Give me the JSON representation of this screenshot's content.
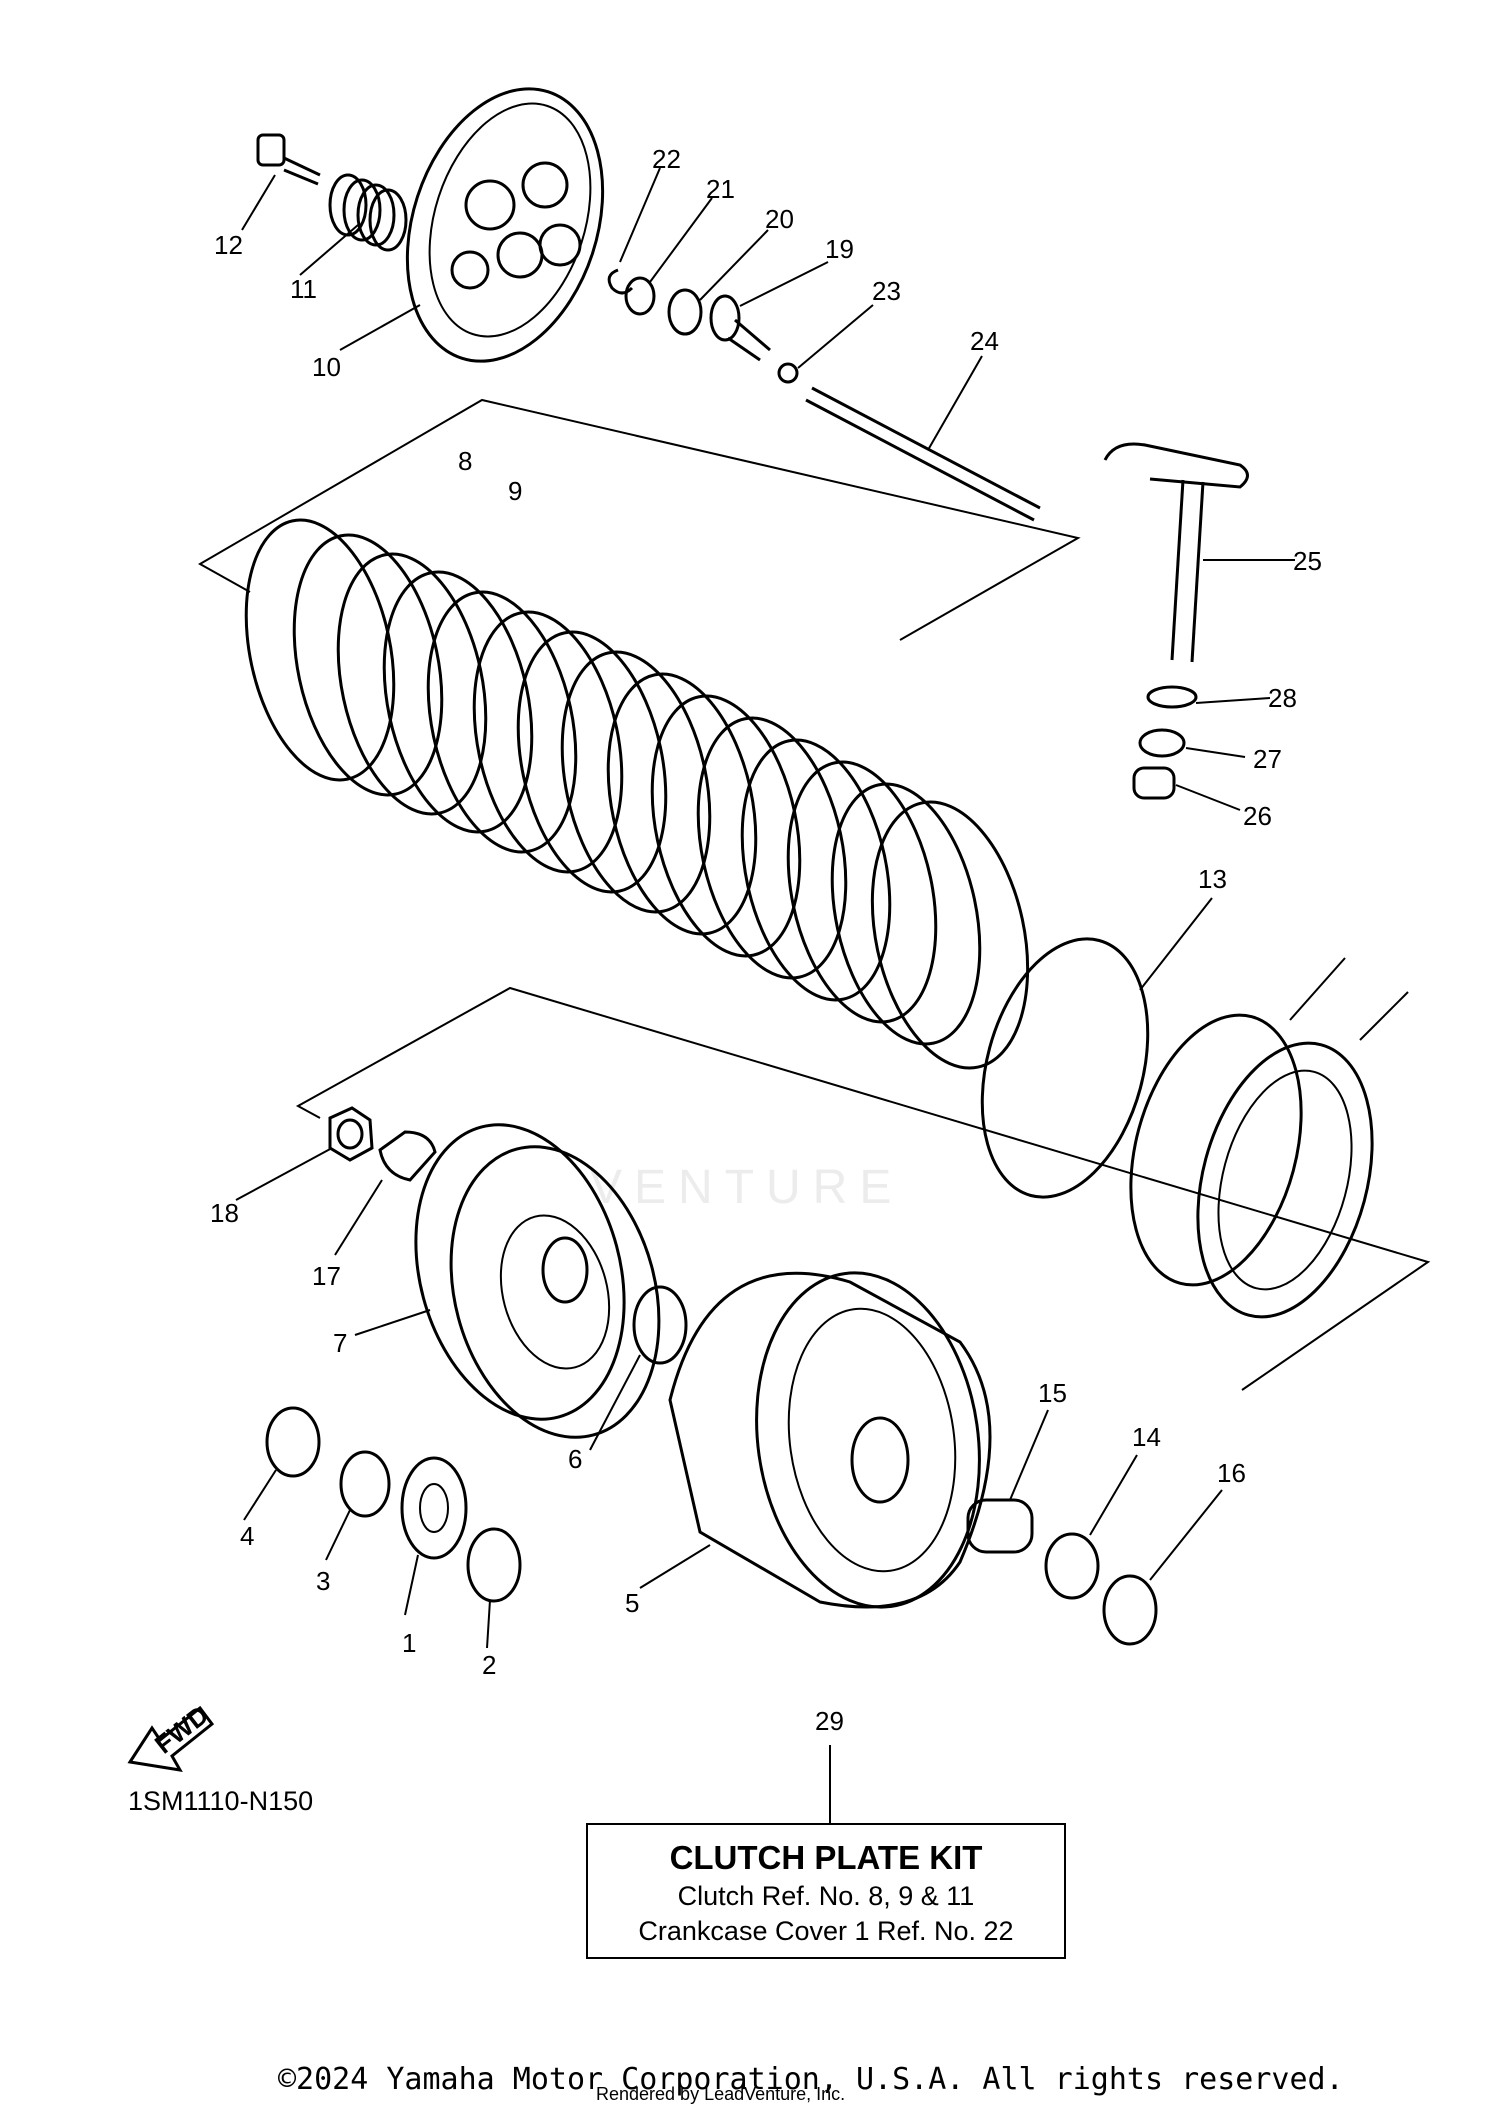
{
  "diagram_code": "1SM1110-N150",
  "kit": {
    "ref_number": "29",
    "title": "CLUTCH PLATE KIT",
    "line1": "Clutch Ref. No. 8, 9 & 11",
    "line2": "Crankcase Cover 1 Ref. No. 22"
  },
  "fwd_label": "FWD",
  "copyright": "©2024 Yamaha Motor Corporation, U.S.A. All rights reserved.",
  "rendered_by": "Rendered by LeadVenture, Inc.",
  "watermark": "VENTURE",
  "callouts": [
    "1",
    "2",
    "3",
    "4",
    "5",
    "6",
    "7",
    "8",
    "9",
    "10",
    "11",
    "12",
    "13",
    "14",
    "15",
    "16",
    "17",
    "18",
    "19",
    "20",
    "21",
    "22",
    "23",
    "24",
    "25",
    "26",
    "27",
    "28"
  ]
}
